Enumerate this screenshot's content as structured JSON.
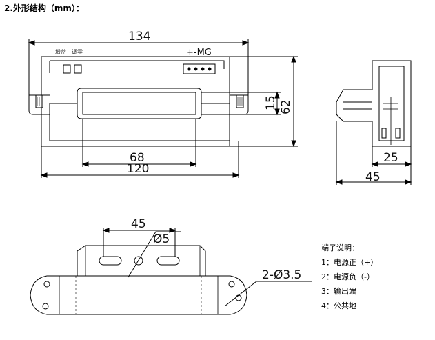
{
  "heading": "2.外形结构（mm）：",
  "front_view": {
    "labels": {
      "gain": "增益",
      "zero": "调零",
      "connector": "+-MG"
    },
    "dims": {
      "total_width": "134",
      "body_width": "120",
      "window_width": "68",
      "height": "62",
      "window_height": "15"
    }
  },
  "side_view": {
    "dims": {
      "depth": "45",
      "inner": "25"
    }
  },
  "bottom_view": {
    "dims": {
      "hole_spacing": "45",
      "center_hole": "Ø5",
      "mount_holes": "2-Ø3.5"
    }
  },
  "terminals": {
    "title": "端子说明：",
    "items": [
      "1：电源正（+）",
      "2：电源负（-）",
      "3：输出端",
      "4：公共地"
    ]
  }
}
